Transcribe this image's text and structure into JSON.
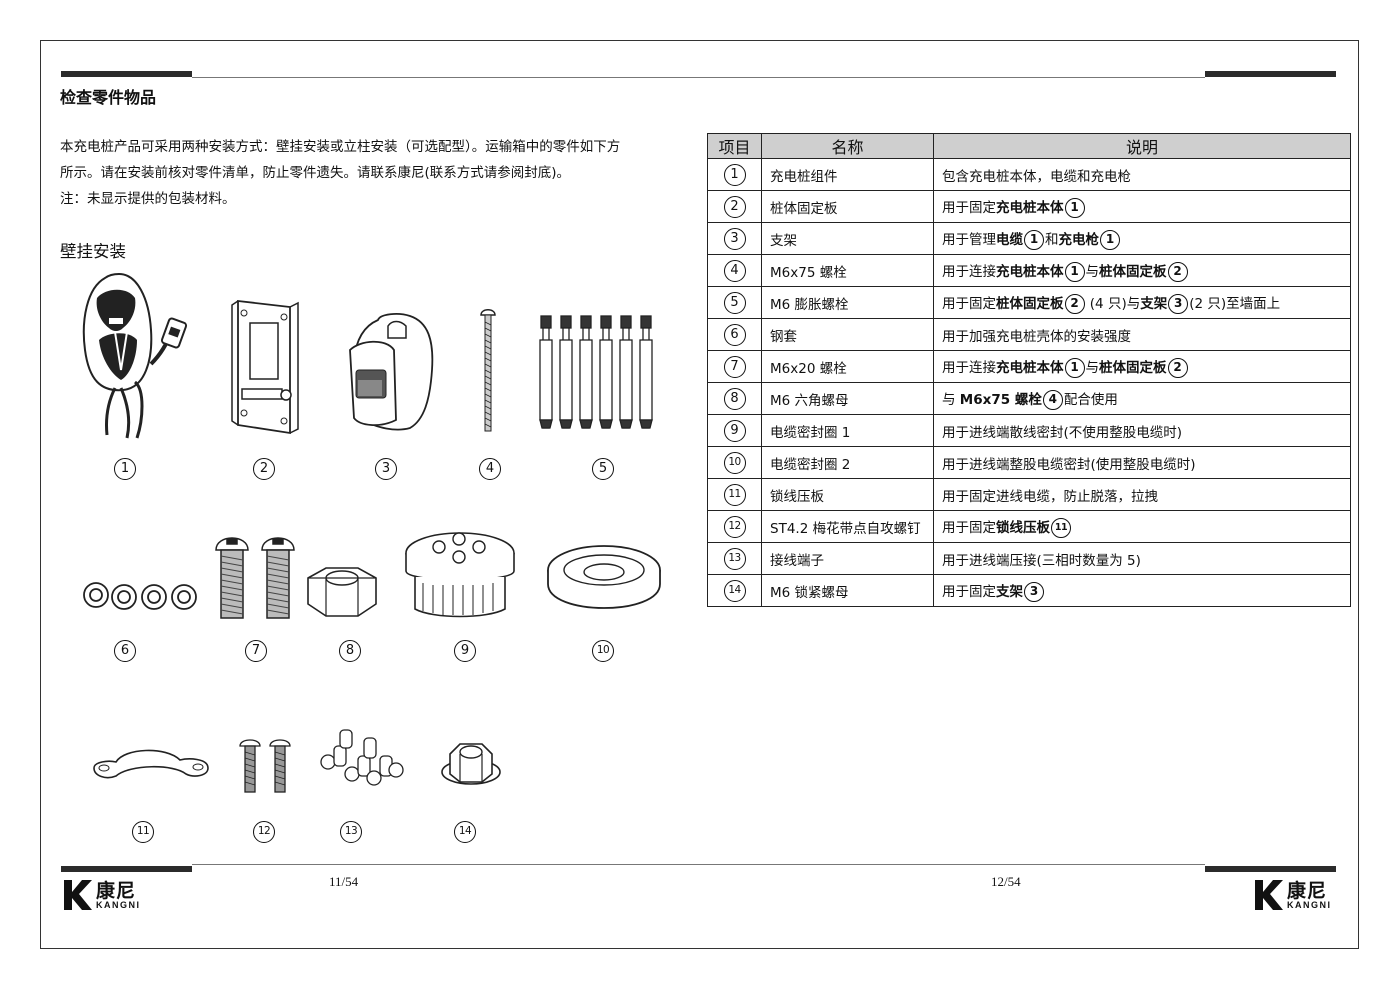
{
  "left_page": {
    "title": "检查零件物品",
    "intro_lines": [
      "本充电桩产品可采用两种安装方式：壁挂安装或立柱安装（可选配型）。运输箱中的零件如下方",
      "所示。请在安装前核对零件清单，防止零件遗失。请联系康尼(联系方式请参阅封底)。",
      "注：未显示提供的包装材料。"
    ],
    "subtitle": "壁挂安装",
    "part_labels": [
      "1",
      "2",
      "3",
      "4",
      "5",
      "6",
      "7",
      "8",
      "9",
      "10",
      "11",
      "12",
      "13",
      "14"
    ],
    "page_number": "11/54"
  },
  "table": {
    "headers": [
      "项目",
      "名称",
      "说明"
    ],
    "rows": [
      {
        "no": "1",
        "name": "充电桩组件",
        "desc": [
          {
            "t": "包含充电桩本体，电缆和充电枪"
          }
        ]
      },
      {
        "no": "2",
        "name": "桩体固定板",
        "desc": [
          {
            "t": "用于固定"
          },
          {
            "b": "充电桩本体"
          },
          {
            "n": "1"
          }
        ]
      },
      {
        "no": "3",
        "name": "支架",
        "desc": [
          {
            "t": "用于管理"
          },
          {
            "b": "电缆"
          },
          {
            "n": "1"
          },
          {
            "t": "和"
          },
          {
            "b": "充电枪"
          },
          {
            "n": "1"
          }
        ]
      },
      {
        "no": "4",
        "name": "M6x75 螺栓",
        "desc": [
          {
            "t": "用于连接"
          },
          {
            "b": "充电桩本体"
          },
          {
            "n": "1"
          },
          {
            "t": "与"
          },
          {
            "b": "桩体固定板"
          },
          {
            "n": "2"
          }
        ]
      },
      {
        "no": "5",
        "name": "M6 膨胀螺栓",
        "desc": [
          {
            "t": "用于固定"
          },
          {
            "b": "桩体固定板"
          },
          {
            "n": "2"
          },
          {
            "t": " (4 只)与"
          },
          {
            "b": "支架"
          },
          {
            "n": "3"
          },
          {
            "t": "(2 只)至墙面上"
          }
        ]
      },
      {
        "no": "6",
        "name": "钢套",
        "desc": [
          {
            "t": "用于加强充电桩壳体的安装强度"
          }
        ]
      },
      {
        "no": "7",
        "name": "M6x20 螺栓",
        "desc": [
          {
            "t": "用于连接"
          },
          {
            "b": "充电桩本体"
          },
          {
            "n": "1"
          },
          {
            "t": "与"
          },
          {
            "b": "桩体固定板"
          },
          {
            "n": "2"
          }
        ]
      },
      {
        "no": "8",
        "name": "M6 六角螺母",
        "desc": [
          {
            "t": "与 "
          },
          {
            "b": "M6x75 螺栓"
          },
          {
            "n": "4"
          },
          {
            "t": "配合使用"
          }
        ]
      },
      {
        "no": "9",
        "name": "电缆密封圈 1",
        "desc": [
          {
            "t": "用于进线端散线密封(不使用整股电缆时)"
          }
        ]
      },
      {
        "no": "10",
        "name": "电缆密封圈 2",
        "desc": [
          {
            "t": "用于进线端整股电缆密封(使用整股电缆时)"
          }
        ]
      },
      {
        "no": "11",
        "name": "锁线压板",
        "desc": [
          {
            "t": "用于固定进线电缆，防止脱落，拉拽"
          }
        ]
      },
      {
        "no": "12",
        "name": "ST4.2 梅花带点自攻螺钉",
        "desc": [
          {
            "t": "用于固定"
          },
          {
            "b": "锁线压板"
          },
          {
            "n": "11"
          }
        ]
      },
      {
        "no": "13",
        "name": "接线端子",
        "desc": [
          {
            "t": "用于进线端压接(三相时数量为 5)"
          }
        ]
      },
      {
        "no": "14",
        "name": "M6 锁紧螺母",
        "desc": [
          {
            "t": "用于固定"
          },
          {
            "b": "支架"
          },
          {
            "n": "3"
          }
        ]
      }
    ]
  },
  "right_page": {
    "page_number": "12/54"
  },
  "logo": {
    "cn": "康尼",
    "en": "KANGNI"
  }
}
